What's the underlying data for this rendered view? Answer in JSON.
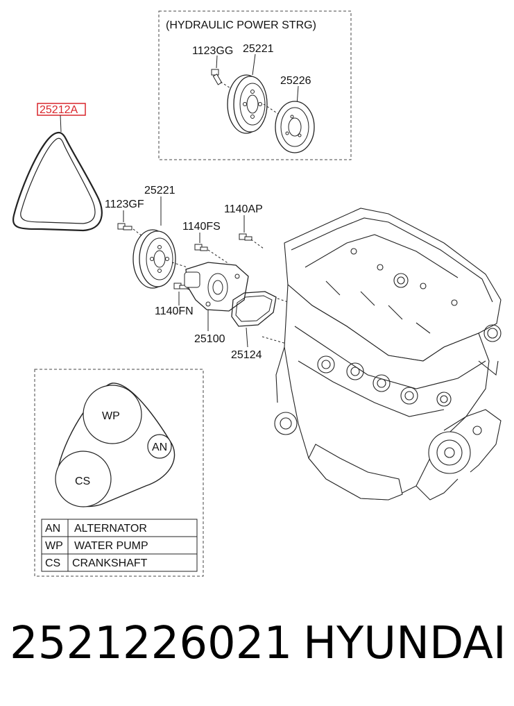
{
  "ps_section": {
    "title": "(HYDRAULIC POWER STRG)",
    "bolt_label": "1123GG",
    "pulley_label": "25221",
    "pulley2_label": "25226"
  },
  "belt": {
    "part_label": "25212A",
    "highlight_color": "#d9252b"
  },
  "water_pump": {
    "pulley_label": "25221",
    "bolt1_label": "1123GF",
    "bolt2_label": "1140FS",
    "bolt3_label": "1140AP",
    "bolt4_label": "1140FN",
    "pump_label": "25100",
    "gasket_label": "25124"
  },
  "belt_layout": {
    "wp": "WP",
    "an": "AN",
    "cs": "CS",
    "legend": [
      {
        "code": "AN",
        "name": "ALTERNATOR"
      },
      {
        "code": "WP",
        "name": "WATER PUMP"
      },
      {
        "code": "CS",
        "name": "CRANKSHAFT"
      }
    ]
  },
  "footer": {
    "part_number": "2521226021",
    "brand": "HYUNDAI"
  }
}
